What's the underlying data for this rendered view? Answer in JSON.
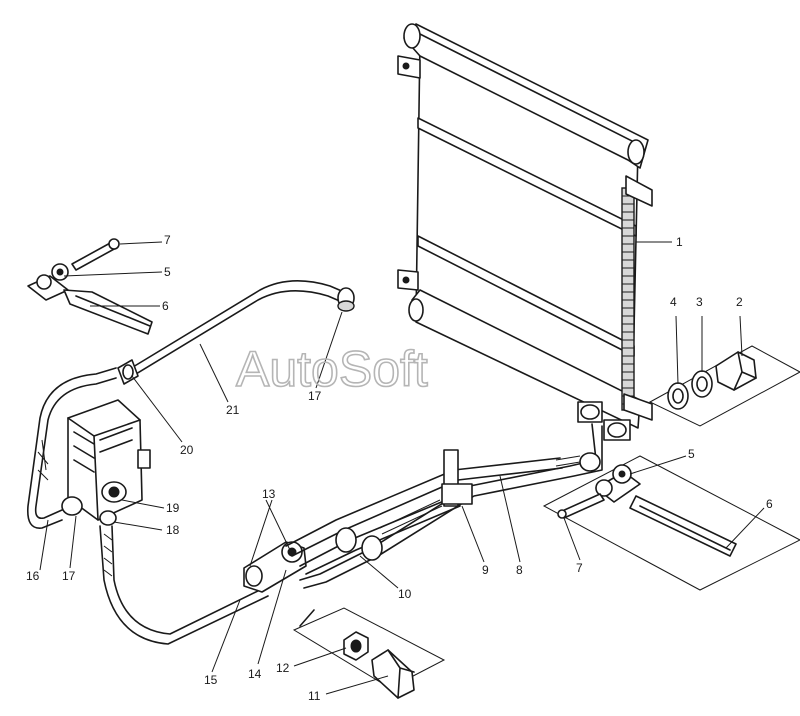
{
  "watermark": "AutoSoft",
  "callouts": [
    {
      "id": "c1",
      "text": "1"
    },
    {
      "id": "c2",
      "text": "2"
    },
    {
      "id": "c3",
      "text": "3"
    },
    {
      "id": "c4",
      "text": "4"
    },
    {
      "id": "c5a",
      "text": "5"
    },
    {
      "id": "c5b",
      "text": "5"
    },
    {
      "id": "c6a",
      "text": "6"
    },
    {
      "id": "c6b",
      "text": "6"
    },
    {
      "id": "c7a",
      "text": "7"
    },
    {
      "id": "c7b",
      "text": "7"
    },
    {
      "id": "c8",
      "text": "8"
    },
    {
      "id": "c9",
      "text": "9"
    },
    {
      "id": "c10",
      "text": "10"
    },
    {
      "id": "c11",
      "text": "11"
    },
    {
      "id": "c12",
      "text": "12"
    },
    {
      "id": "c13",
      "text": "13"
    },
    {
      "id": "c14",
      "text": "14"
    },
    {
      "id": "c15",
      "text": "15"
    },
    {
      "id": "c16",
      "text": "16"
    },
    {
      "id": "c17a",
      "text": "17"
    },
    {
      "id": "c17b",
      "text": "17"
    },
    {
      "id": "c18",
      "text": "18"
    },
    {
      "id": "c19",
      "text": "19"
    },
    {
      "id": "c20",
      "text": "20"
    },
    {
      "id": "c21",
      "text": "21"
    }
  ]
}
